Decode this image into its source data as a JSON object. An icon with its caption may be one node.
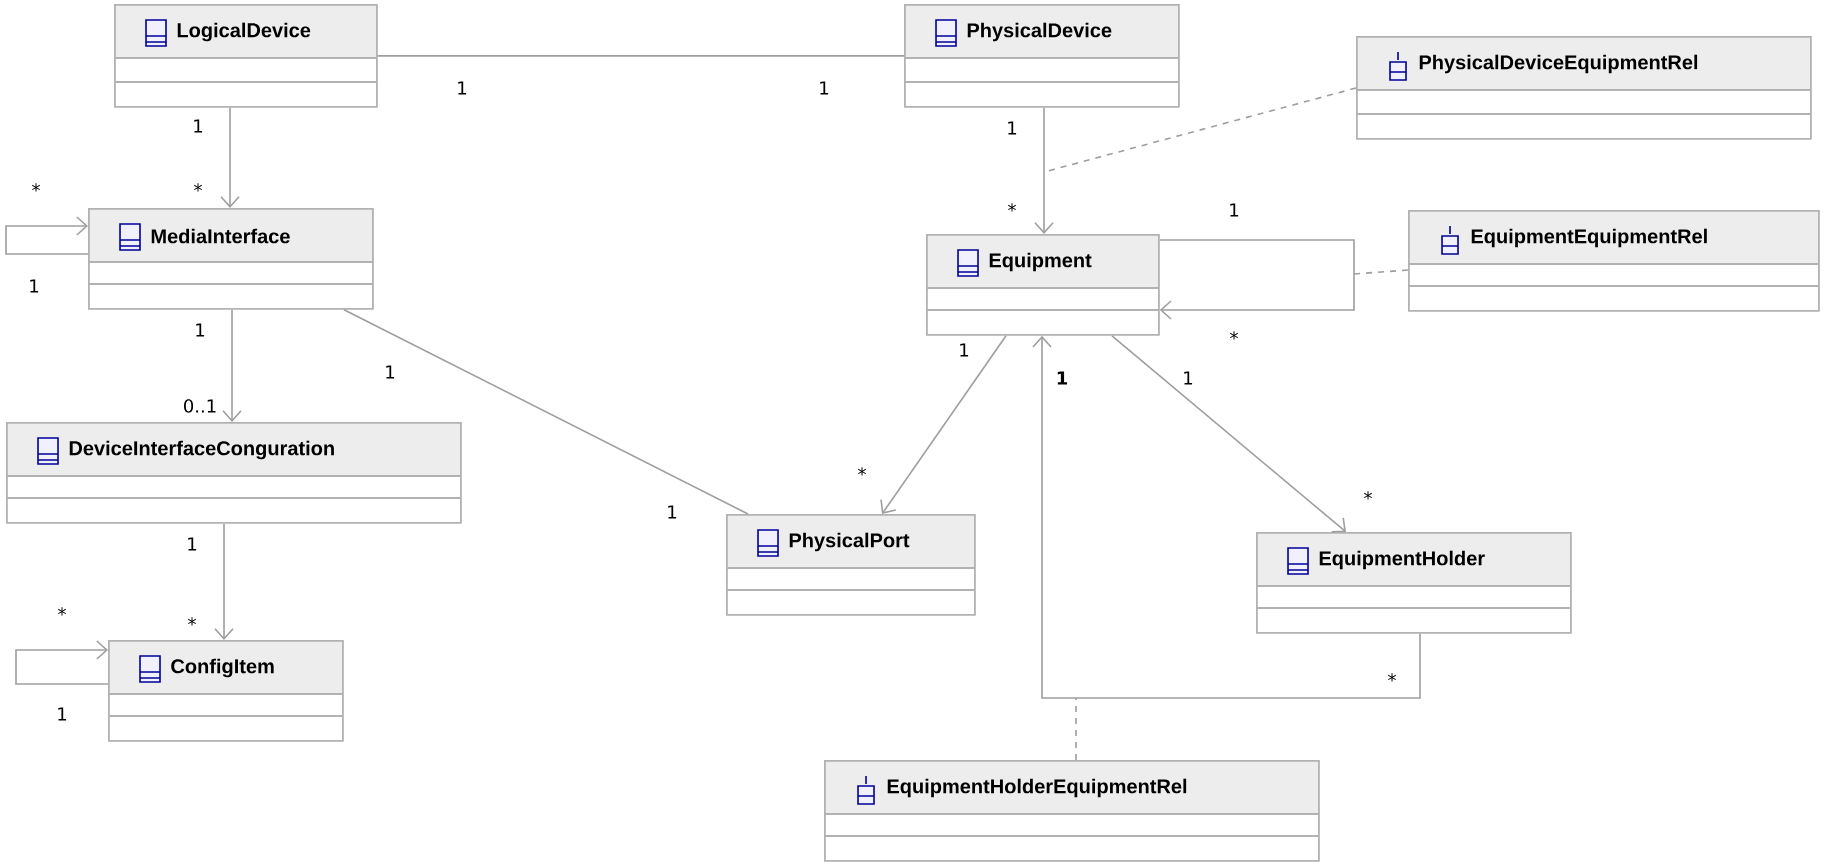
{
  "diagram": {
    "nodes": [
      {
        "text": [
          "LogicalDevice"
        ]
      },
      {
        "text": [
          "PhysicalDevice"
        ]
      },
      {
        "text": [
          "PhysicalDeviceEquipmentRel"
        ]
      },
      {
        "text": [
          "MediaInterface"
        ]
      },
      {
        "text": [
          "Equipment"
        ]
      },
      {
        "text": [
          "EquipmentEquipmentRel"
        ]
      },
      {
        "text": [
          "DeviceInterfaceConguration"
        ]
      },
      {
        "text": [
          "PhysicalPort"
        ]
      },
      {
        "text": [
          "EquipmentHolder"
        ]
      },
      {
        "text": [
          "ConfigItem"
        ]
      },
      {
        "text": [
          "EquipmentHolderEquipmentRel"
        ]
      }
    ],
    "edges": [
      {
        "from": 0,
        "to": 1,
        "arrow": "none"
      },
      {
        "from": 0,
        "to": 3,
        "arrow": "to"
      },
      {
        "from": 3,
        "to": 3,
        "arrow": "to"
      },
      {
        "from": 1,
        "to": 4,
        "arrow": "to"
      },
      {
        "from": 2,
        "to": null,
        "arrow": "none",
        "style": "dashed"
      },
      {
        "from": 4,
        "to": 4,
        "arrow": "to"
      },
      {
        "from": 5,
        "to": null,
        "arrow": "none",
        "style": "dashed"
      },
      {
        "from": 3,
        "to": 6,
        "arrow": "to"
      },
      {
        "from": 3,
        "to": 7,
        "arrow": "none"
      },
      {
        "from": 4,
        "to": 7,
        "arrow": "to"
      },
      {
        "from": 4,
        "to": 8,
        "arrow": "to"
      },
      {
        "from": 8,
        "to": 4,
        "arrow": "to"
      },
      {
        "from": 10,
        "to": null,
        "arrow": "none",
        "style": "dashed"
      },
      {
        "from": 6,
        "to": 9,
        "arrow": "to"
      },
      {
        "from": 9,
        "to": 9,
        "arrow": "to"
      }
    ],
    "labels": [
      "1",
      "1",
      "1",
      "1",
      "*",
      "*",
      "*",
      "1",
      "1",
      "1",
      "*",
      "1",
      "1",
      "1",
      "1",
      "0..1",
      "*",
      "*",
      "1",
      "1",
      "*",
      "*",
      "*",
      "1"
    ]
  }
}
